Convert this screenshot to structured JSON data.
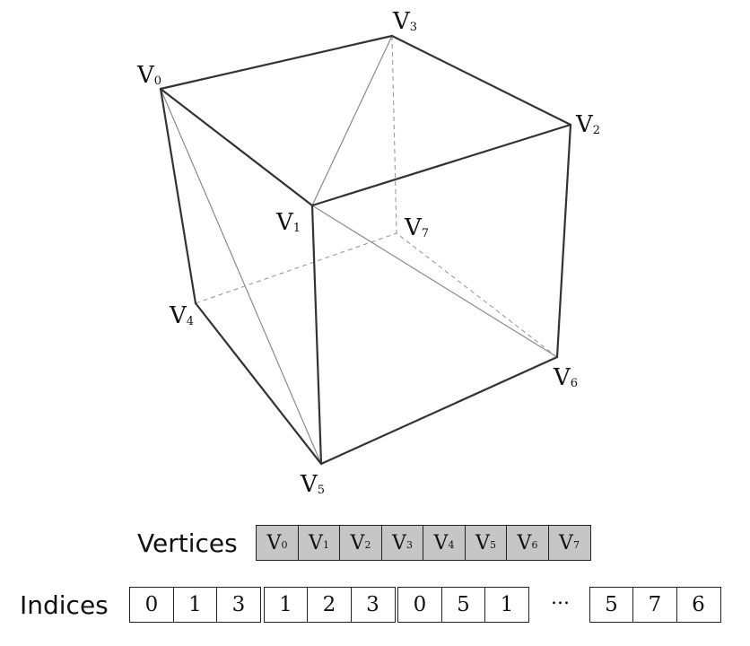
{
  "cube": {
    "vertices": [
      {
        "id": "V0",
        "letter": "V",
        "sub": "0"
      },
      {
        "id": "V1",
        "letter": "V",
        "sub": "1"
      },
      {
        "id": "V2",
        "letter": "V",
        "sub": "2"
      },
      {
        "id": "V3",
        "letter": "V",
        "sub": "3"
      },
      {
        "id": "V4",
        "letter": "V",
        "sub": "4"
      },
      {
        "id": "V5",
        "letter": "V",
        "sub": "5"
      },
      {
        "id": "V6",
        "letter": "V",
        "sub": "6"
      },
      {
        "id": "V7",
        "letter": "V",
        "sub": "7"
      }
    ],
    "solid_edges": [
      [
        0,
        3
      ],
      [
        3,
        2
      ],
      [
        2,
        1
      ],
      [
        1,
        0
      ],
      [
        0,
        4
      ],
      [
        4,
        5
      ],
      [
        5,
        6
      ],
      [
        6,
        2
      ],
      [
        1,
        5
      ]
    ],
    "hidden_edges": [
      [
        3,
        7
      ],
      [
        4,
        7
      ],
      [
        6,
        7
      ]
    ],
    "diagonal_edges": [
      [
        0,
        5
      ],
      [
        1,
        3
      ],
      [
        1,
        6
      ]
    ]
  },
  "vertices_row": {
    "label": "Vertices",
    "cells": [
      {
        "letter": "V",
        "sub": "0"
      },
      {
        "letter": "V",
        "sub": "1"
      },
      {
        "letter": "V",
        "sub": "2"
      },
      {
        "letter": "V",
        "sub": "3"
      },
      {
        "letter": "V",
        "sub": "4"
      },
      {
        "letter": "V",
        "sub": "5"
      },
      {
        "letter": "V",
        "sub": "6"
      },
      {
        "letter": "V",
        "sub": "7"
      }
    ]
  },
  "indices_row": {
    "label": "Indices",
    "groups": [
      [
        "0",
        "1",
        "3"
      ],
      [
        "1",
        "2",
        "3"
      ],
      [
        "0",
        "5",
        "1"
      ]
    ],
    "ellipsis": "...",
    "last_group": [
      "5",
      "7",
      "6"
    ]
  }
}
